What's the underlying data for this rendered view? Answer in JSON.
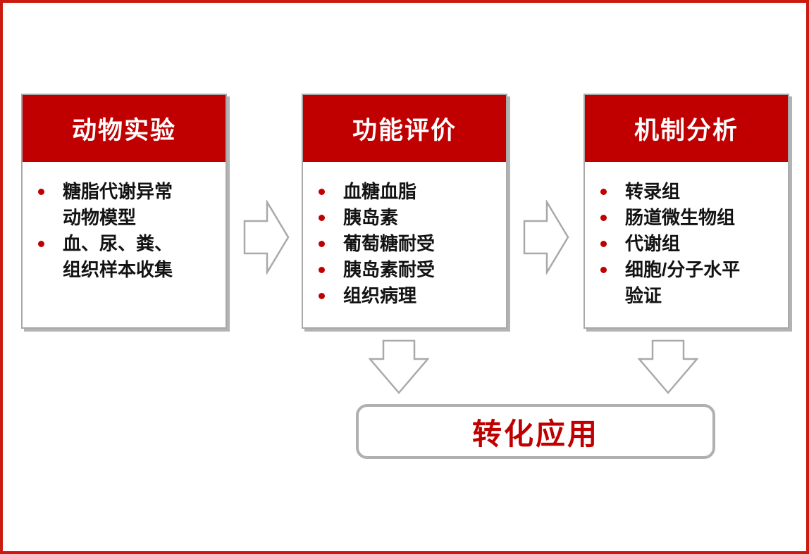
{
  "colors": {
    "header_red": "#c00000",
    "bullet_red": "#c00000",
    "result_text_red": "#c00000",
    "frame_red": "#cc1a10",
    "border_gray": "#a9a9a9",
    "shadow_gray": "#b3b3b3"
  },
  "stages": [
    {
      "title": "动物实验",
      "bullets": [
        {
          "lines": [
            "糖脂代谢异常",
            "动物模型"
          ]
        },
        {
          "lines": [
            "血、尿、粪、",
            "组织样本收集"
          ]
        }
      ]
    },
    {
      "title": "功能评价",
      "bullets": [
        {
          "lines": [
            "血糖血脂"
          ]
        },
        {
          "lines": [
            "胰岛素"
          ]
        },
        {
          "lines": [
            "葡萄糖耐受"
          ]
        },
        {
          "lines": [
            "胰岛素耐受"
          ]
        },
        {
          "lines": [
            "组织病理"
          ]
        }
      ]
    },
    {
      "title": "机制分析",
      "bullets": [
        {
          "lines": [
            "转录组"
          ]
        },
        {
          "lines": [
            "肠道微生物组"
          ]
        },
        {
          "lines": [
            "代谢组"
          ]
        },
        {
          "lines": [
            "细胞/分子水平",
            "验证"
          ]
        }
      ]
    }
  ],
  "icons": {
    "flow_right": "block-arrow-right",
    "flow_down": "block-arrow-down"
  },
  "result": {
    "label": "转化应用"
  }
}
